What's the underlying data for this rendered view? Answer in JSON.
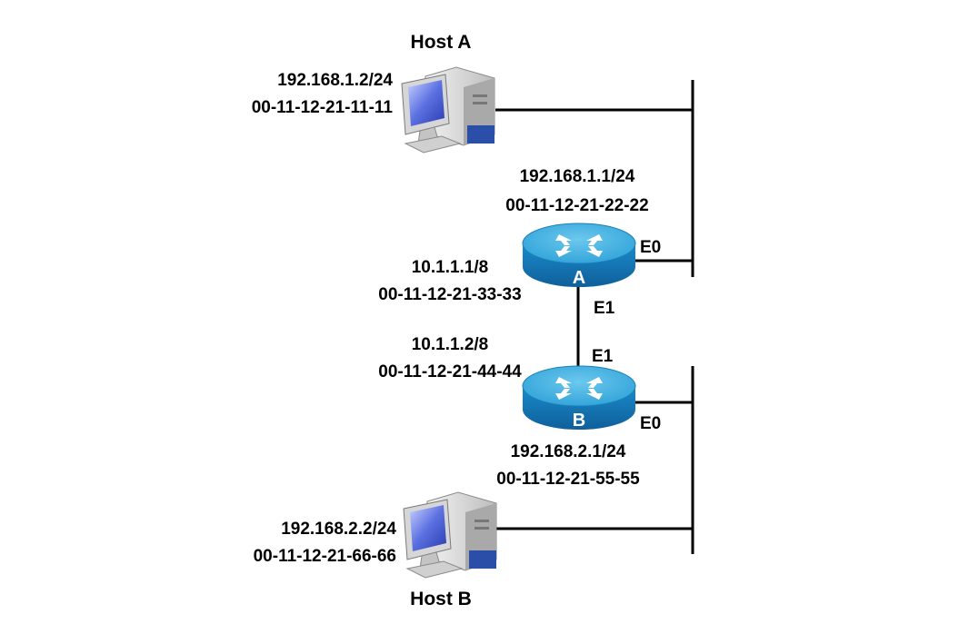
{
  "host_a": {
    "title": "Host A",
    "ip": "192.168.1.2/24",
    "mac": "00-11-12-21-11-11",
    "icon": "desktop-computer-icon"
  },
  "host_b": {
    "title": "Host B",
    "ip": "192.168.2.2/24",
    "mac": "00-11-12-21-66-66",
    "icon": "desktop-computer-icon"
  },
  "router_a": {
    "letter": "A",
    "icon": "router-icon",
    "e0": {
      "name": "E0",
      "ip": "192.168.1.1/24",
      "mac": "00-11-12-21-22-22"
    },
    "e1": {
      "name": "E1",
      "ip": "10.1.1.1/8",
      "mac": "00-11-12-21-33-33"
    }
  },
  "router_b": {
    "letter": "B",
    "icon": "router-icon",
    "e1": {
      "name": "E1",
      "ip": "10.1.1.2/8",
      "mac": "00-11-12-21-44-44"
    },
    "e0": {
      "name": "E0",
      "ip": "192.168.2.1/24",
      "mac": "00-11-12-21-55-55"
    }
  },
  "colors": {
    "router_top": "#2aa8dc",
    "router_side": "#1579b8",
    "computer_body": "#dcdcdc",
    "computer_screen": "#5a6fe0"
  }
}
